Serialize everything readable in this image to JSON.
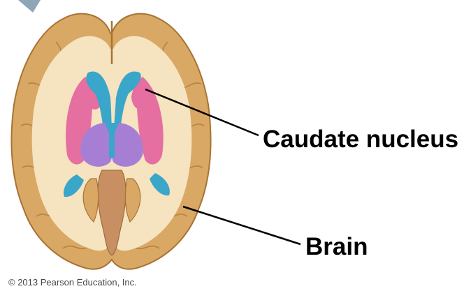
{
  "labels": {
    "caudate": "Caudate nucleus",
    "brain": "Brain"
  },
  "copyright": "© 2013 Pearson Education, Inc.",
  "colors": {
    "cortex": "#d9a865",
    "cortex_edge": "#a87333",
    "white_matter": "#f6e3c0",
    "ventricle": "#3aa6c9",
    "caudate_putamen": "#e56fa0",
    "thalamus": "#a67fd4",
    "brainstem": "#c89062",
    "leader_line": "#000000"
  }
}
